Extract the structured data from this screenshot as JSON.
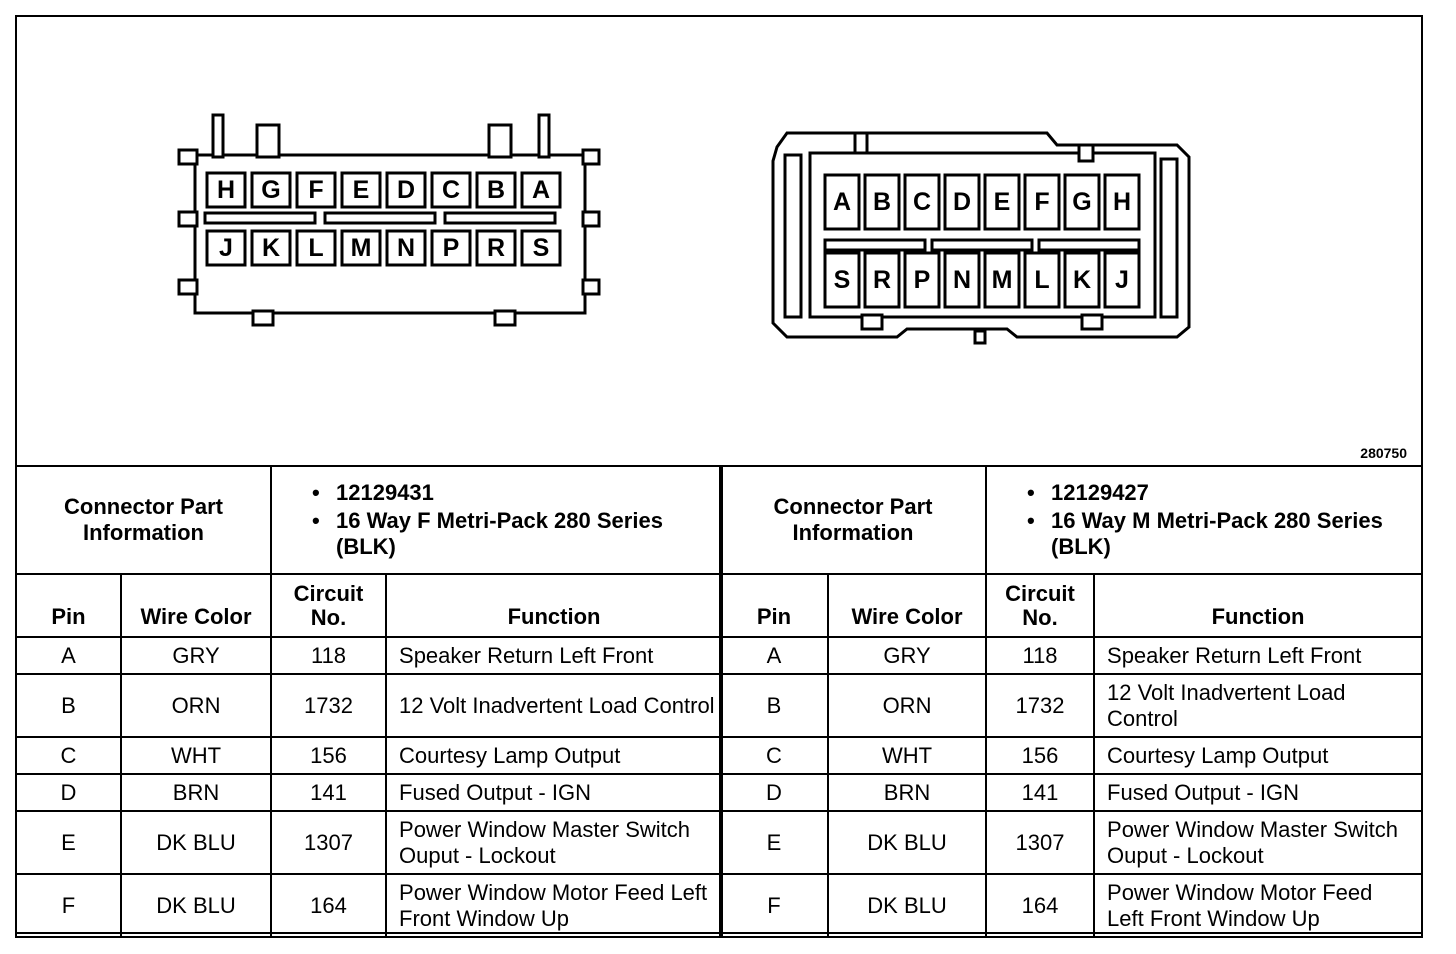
{
  "figure_id": "280750",
  "left_connector": {
    "top_row": [
      "H",
      "G",
      "F",
      "E",
      "D",
      "C",
      "B",
      "A"
    ],
    "bottom_row": [
      "J",
      "K",
      "L",
      "M",
      "N",
      "P",
      "R",
      "S"
    ]
  },
  "right_connector": {
    "top_row": [
      "A",
      "B",
      "C",
      "D",
      "E",
      "F",
      "G",
      "H"
    ],
    "bottom_row": [
      "S",
      "R",
      "P",
      "N",
      "M",
      "L",
      "K",
      "J"
    ]
  },
  "tables": [
    {
      "info_label": "Connector Part Information",
      "info_items": [
        "12129431",
        "16 Way F Metri-Pack 280 Series (BLK)"
      ],
      "columns": [
        "Pin",
        "Wire Color",
        "Circuit No.",
        "Function"
      ],
      "rows": [
        {
          "pin": "A",
          "color": "GRY",
          "circuit": "118",
          "function": "Speaker Return Left Front"
        },
        {
          "pin": "B",
          "color": "ORN",
          "circuit": "1732",
          "function": "12 Volt Inadvertent Load Control"
        },
        {
          "pin": "C",
          "color": "WHT",
          "circuit": "156",
          "function": "Courtesy Lamp Output"
        },
        {
          "pin": "D",
          "color": "BRN",
          "circuit": "141",
          "function": "Fused Output - IGN"
        },
        {
          "pin": "E",
          "color": "DK BLU",
          "circuit": "1307",
          "function": "Power Window Master Switch Ouput - Lockout"
        },
        {
          "pin": "F",
          "color": "DK BLU",
          "circuit": "164",
          "function": "Power Window Motor Feed Left Front Window Up"
        }
      ]
    },
    {
      "info_label": "Connector Part Information",
      "info_items": [
        "12129427",
        "16 Way M Metri-Pack 280 Series (BLK)"
      ],
      "columns": [
        "Pin",
        "Wire Color",
        "Circuit No.",
        "Function"
      ],
      "rows": [
        {
          "pin": "A",
          "color": "GRY",
          "circuit": "118",
          "function": "Speaker Return Left Front"
        },
        {
          "pin": "B",
          "color": "ORN",
          "circuit": "1732",
          "function": "12 Volt Inadvertent Load Control"
        },
        {
          "pin": "C",
          "color": "WHT",
          "circuit": "156",
          "function": "Courtesy Lamp Output"
        },
        {
          "pin": "D",
          "color": "BRN",
          "circuit": "141",
          "function": "Fused Output - IGN"
        },
        {
          "pin": "E",
          "color": "DK BLU",
          "circuit": "1307",
          "function": "Power Window Master Switch Ouput - Lockout"
        },
        {
          "pin": "F",
          "color": "DK BLU",
          "circuit": "164",
          "function": "Power Window Motor Feed Left Front Window Up"
        }
      ]
    }
  ]
}
